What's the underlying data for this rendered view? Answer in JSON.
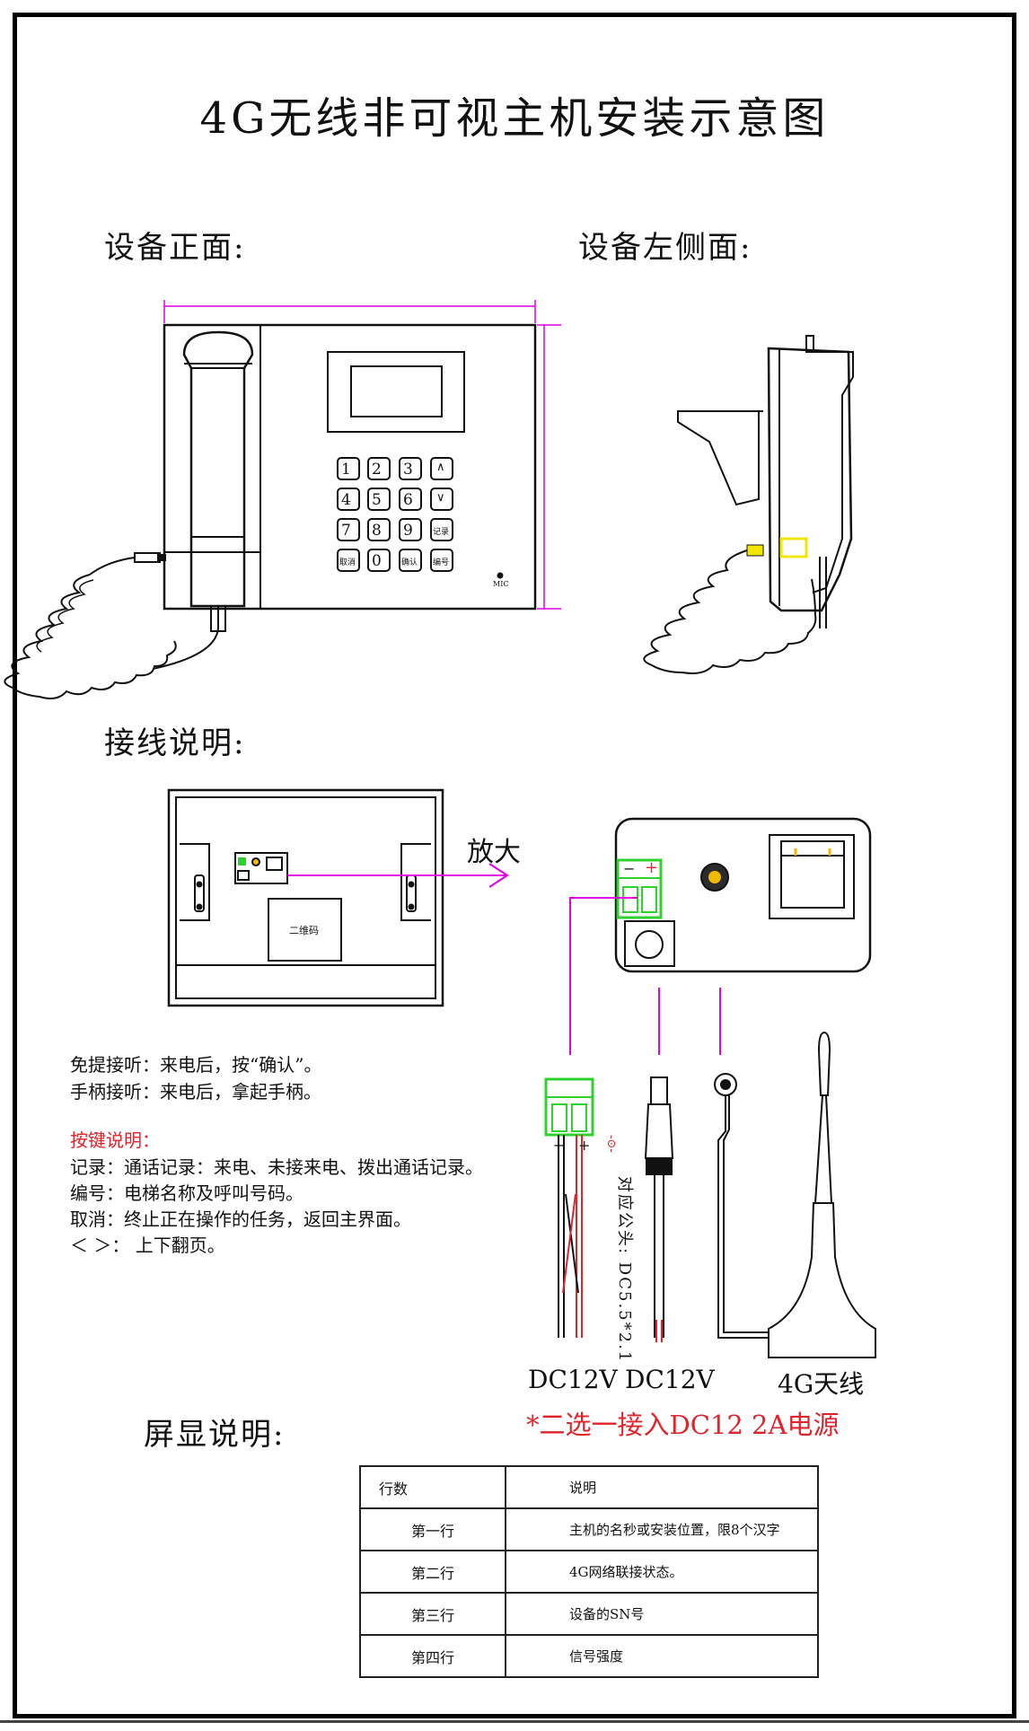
{
  "title": "4G无线非可视主机安装示意图",
  "sections": {
    "front": "设备正面:",
    "side": "设备左侧面:",
    "wiring": "接线说明:",
    "screen": "屏显说明:"
  },
  "keypad": {
    "keys": [
      "1",
      "2",
      "3",
      "∧",
      "4",
      "5",
      "6",
      "∨",
      "7",
      "8",
      "9",
      "记录",
      "取消",
      "0",
      "确认",
      "编号"
    ],
    "mic": "MIC"
  },
  "back_panel": {
    "qr_label": "二维码"
  },
  "zoom_label": "放大",
  "answer_notes": [
    "免提接听：来电后，按“确认”。",
    "手柄接听：来电后，拿起手柄。"
  ],
  "key_notes_title": "按键说明：",
  "key_notes": [
    "记录：通话记录：来电、未接来电、拨出通话记录。",
    "编号：电梯名称及呼叫号码。",
    "取消：终止正在操作的任务，返回主界面。",
    "＜ ＞：  上下翻页。"
  ],
  "connectors": {
    "terminal_minus": "−",
    "terminal_plus": "+",
    "wire_minus": "−",
    "wire_plus": "+",
    "barrel_polarity": "-⊙-",
    "barrel_note": "对应公头: DC5.5*2.1",
    "label_dc_terminal": "DC12V",
    "label_dc_barrel": "DC12V",
    "label_antenna": "4G天线",
    "power_note": "*二选一接入DC12  2A电源"
  },
  "screen_table": {
    "headers": [
      "行数",
      "说明"
    ],
    "rows": [
      [
        "第一行",
        "主机的名秒或安装位置，限8个汉字"
      ],
      [
        "第二行",
        "4G网络联接状态。"
      ],
      [
        "第三行",
        "设备的SN号"
      ],
      [
        "第四行",
        "信号强度"
      ]
    ]
  },
  "colors": {
    "accent_magenta": "#e000e0",
    "note_red": "#e0242b",
    "terminal_green": "#2fd12f",
    "highlight_yellow": "#f2e600"
  }
}
